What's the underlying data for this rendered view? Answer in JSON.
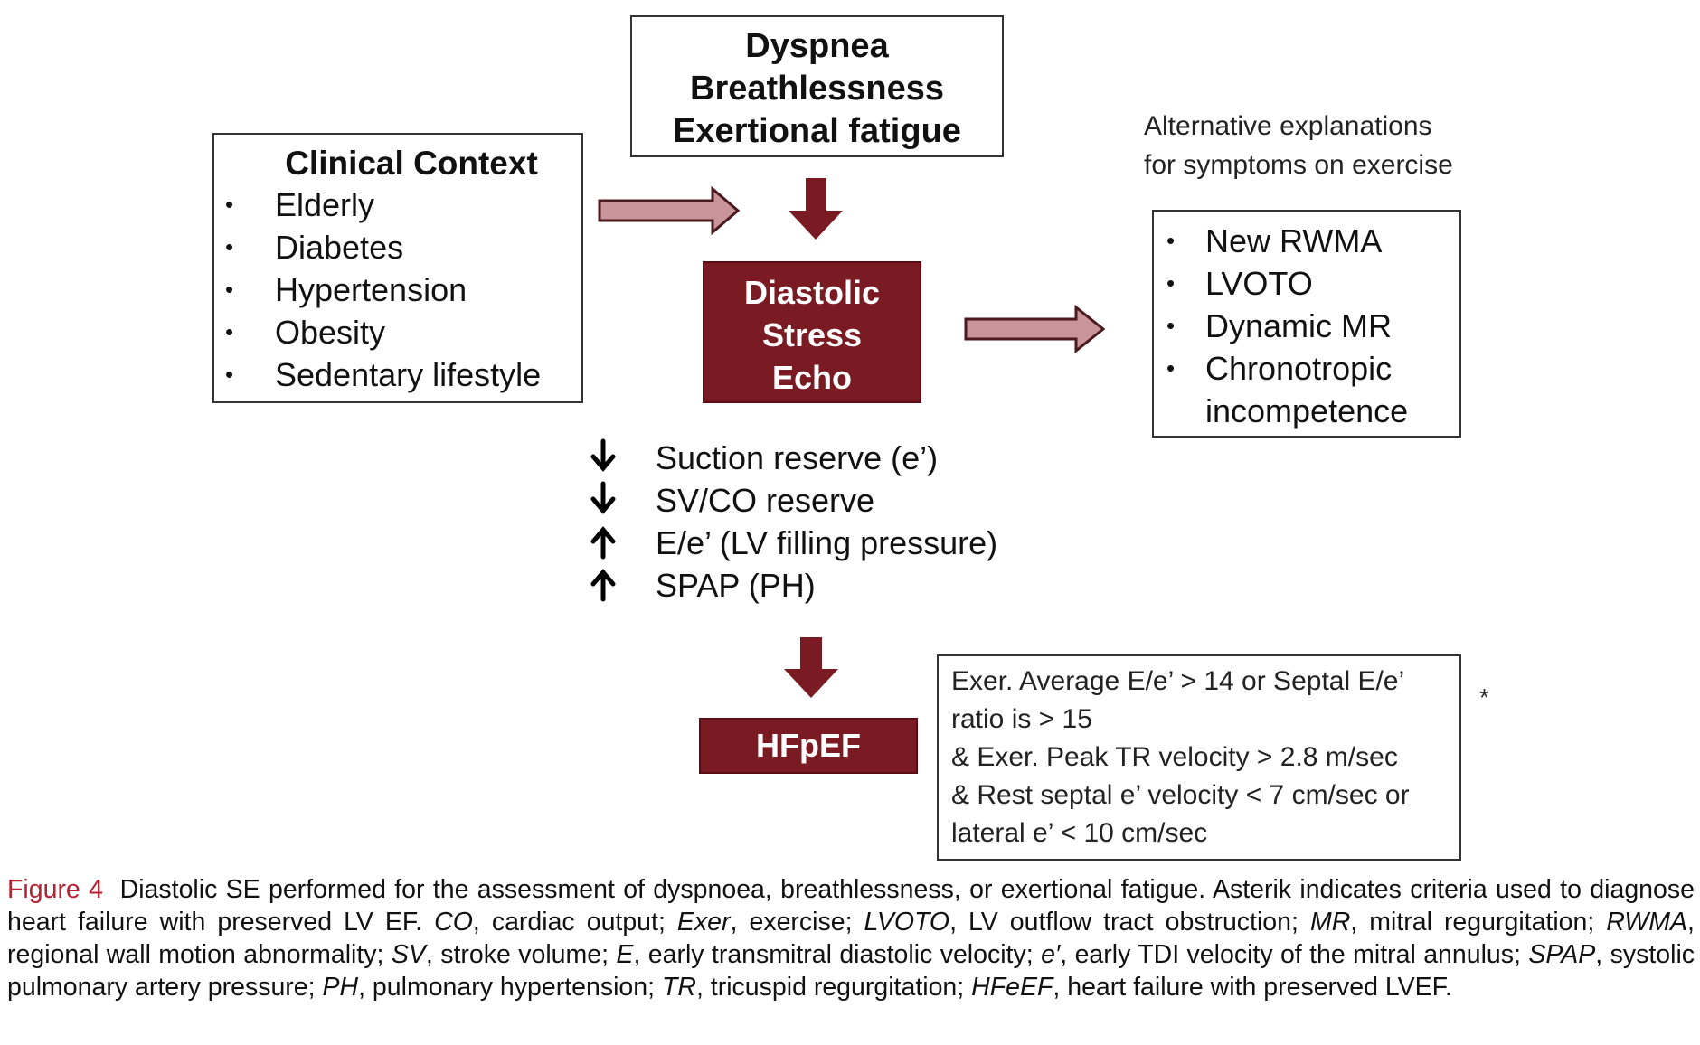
{
  "symptoms": [
    "Dyspnea",
    "Breathlessness",
    "Exertional fatigue"
  ],
  "clinical_context": {
    "title": "Clinical Context",
    "items": [
      "Elderly",
      "Diabetes",
      "Hypertension",
      "Obesity",
      "Sedentary lifestyle"
    ]
  },
  "center": {
    "lines": [
      "Diastolic",
      "Stress",
      "Echo"
    ]
  },
  "alternatives": {
    "title_lines": [
      "Alternative explanations",
      "for symptoms on exercise"
    ],
    "items": [
      "New RWMA",
      "LVOTO",
      "Dynamic MR",
      "Chronotropic"
    ],
    "item4_continuation": "incompetence"
  },
  "findings": [
    {
      "direction": "down",
      "text": "Suction reserve (e’)"
    },
    {
      "direction": "down",
      "text": "SV/CO reserve"
    },
    {
      "direction": "up",
      "text": "E/e’ (LV filling pressure)"
    },
    {
      "direction": "up",
      "text": "SPAP (PH)"
    }
  ],
  "outcome": "HFpEF",
  "criteria_lines": [
    "Exer. Average E/e’ > 14 or Septal E/e’",
    "ratio is > 15",
    "& Exer. Peak TR velocity > 2.8 m/sec",
    "& Rest septal e’ velocity < 7 cm/sec or",
    "lateral e’ < 10 cm/sec"
  ],
  "asterisk": "*",
  "caption": {
    "label": "Figure 4",
    "sentence": "Diastolic SE performed for the assessment of dyspnoea, breathlessness, or exertional fatigue. Asterik indicates criteria used to diagnose heart failure with preserved LV EF.",
    "abbreviations": [
      {
        "term": "CO",
        "def": "cardiac output;"
      },
      {
        "term": "Exer",
        "def": "exercise;"
      },
      {
        "term": "LVOTO",
        "def": "LV outflow tract obstruction;"
      },
      {
        "term": "MR",
        "def": "mitral regurgitation;"
      },
      {
        "term": "RWMA",
        "def": "regional wall motion abnormality;"
      },
      {
        "term": "SV",
        "def": "stroke volume;"
      },
      {
        "term": "E",
        "def": "early transmitral diastolic velocity;"
      },
      {
        "term": "e′",
        "def": "early TDI velocity of the mitral annulus;"
      },
      {
        "term": "SPAP",
        "def": "systolic pulmonary artery pressure;"
      },
      {
        "term": "PH",
        "def": "pulmonary hypertension;"
      },
      {
        "term": "TR",
        "def": "tricuspid regurgitation;"
      },
      {
        "term": "HFeEF",
        "def": "heart failure with preserved LVEF."
      }
    ]
  },
  "colors": {
    "dark_red": "#7a1a22",
    "arrow_fill": "#c9959a",
    "arrow_stroke": "#4a1a1e",
    "caption_label": "#b22234"
  }
}
